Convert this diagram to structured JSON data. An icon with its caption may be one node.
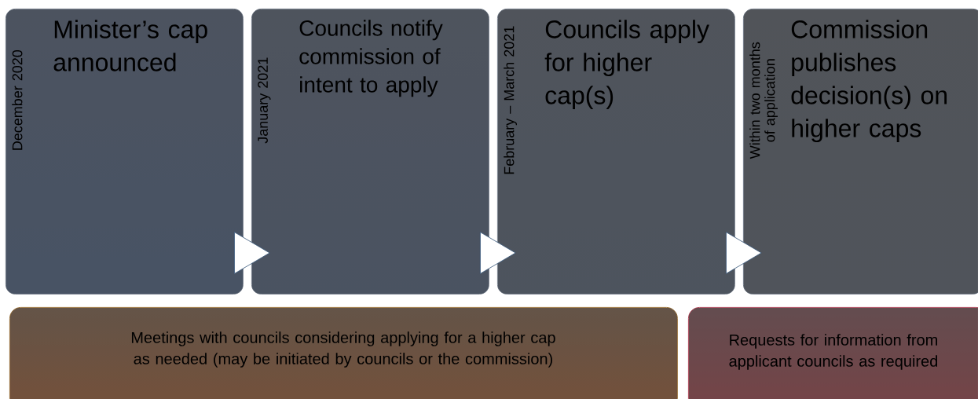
{
  "diagram": {
    "nodes": [
      {
        "text": [
          "December 2020",
          "Minister’s cap announced"
        ]
      },
      {
        "text": [
          "January 2021",
          "Councils notify commission of intent to apply"
        ]
      },
      {
        "text": [
          "February – March 2021",
          "Councils apply for higher cap(s)"
        ]
      },
      {
        "text": [
          "Within two months of application",
          "Commission publishes decision(s) on higher caps"
        ]
      },
      {
        "text": [
          "Meetings with councils considering applying for a higher cap as needed (may be initiated by councils or the commission)"
        ]
      },
      {
        "text": [
          "Requests for information from applicant councils as required"
        ]
      }
    ],
    "edges": [
      {
        "from": 0,
        "to": 1,
        "arrow": "to"
      },
      {
        "from": 1,
        "to": 2,
        "arrow": "to"
      },
      {
        "from": 2,
        "to": 3,
        "arrow": "to"
      }
    ]
  }
}
